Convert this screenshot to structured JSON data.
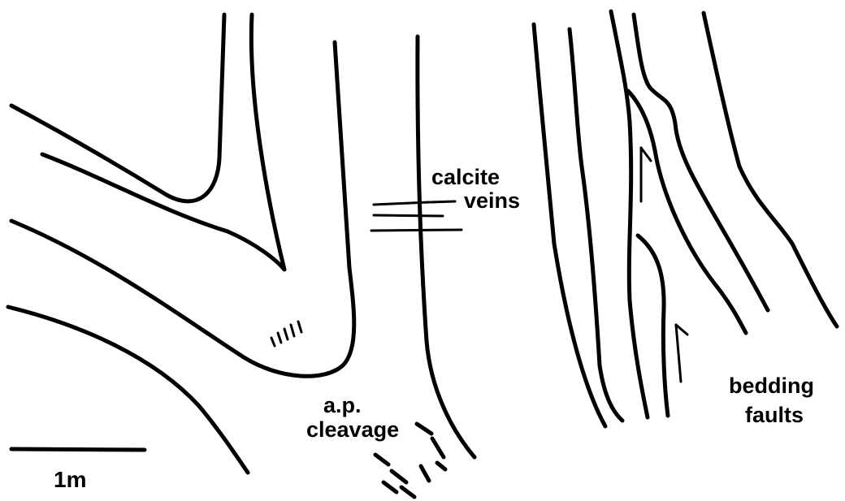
{
  "labels": {
    "calcite": "calcite",
    "veins": "veins",
    "ap": "a.p.",
    "cleavage": "cleavage",
    "bedding": "bedding",
    "faults": "faults",
    "scale": "1m"
  }
}
